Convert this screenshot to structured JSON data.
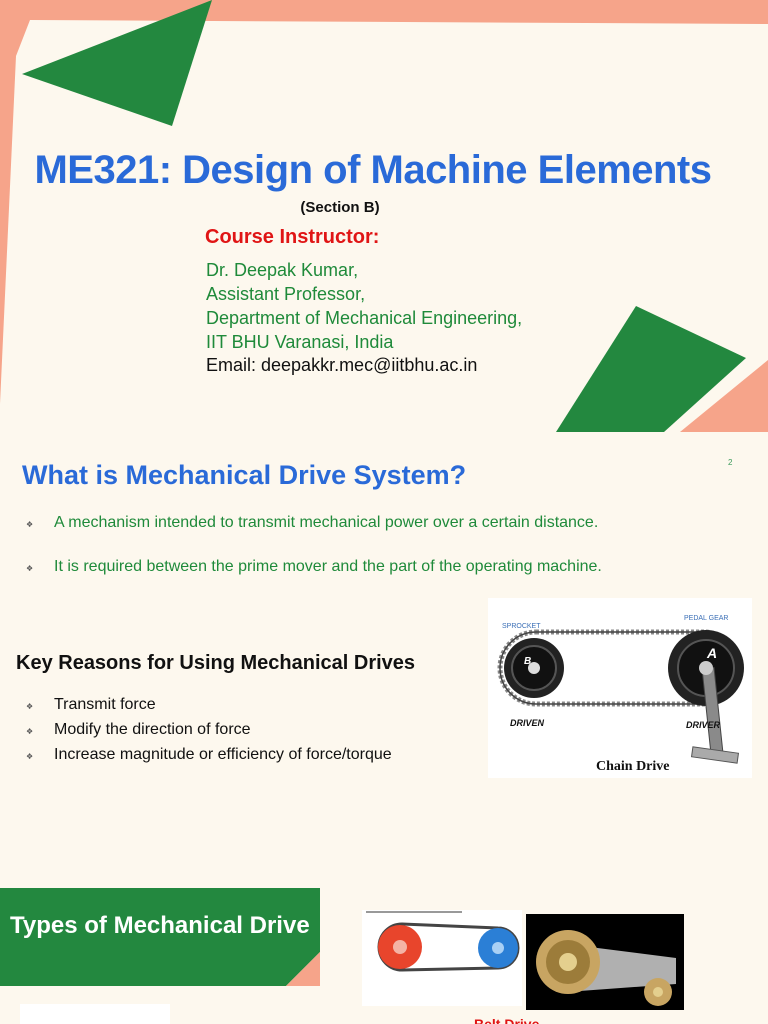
{
  "slide1": {
    "title": "ME321: Design of Machine Elements",
    "section": "(Section B)",
    "instructor_label": "Course Instructor:",
    "instructor_lines": [
      "Dr. Deepak Kumar,",
      "Assistant Professor,",
      "Department of Mechanical Engineering,",
      "IIT BHU Varanasi, India"
    ],
    "email": "Email: deepakkr.mec@iitbhu.ac.in"
  },
  "slide2": {
    "page_number": "2",
    "title": "What is Mechanical Drive System?",
    "bullets": [
      "A mechanism intended to transmit mechanical power over a certain distance.",
      "It is required between the prime mover and the part of the operating machine."
    ],
    "key_reasons_heading": "Key Reasons for Using Mechanical Drives",
    "key_reasons": [
      "Transmit force",
      "Modify the direction of force",
      "Increase magnitude or efficiency of force/torque"
    ],
    "chain_image": {
      "sprocket_label": "SPROCKET",
      "pedal_gear_label": "PEDAL GEAR",
      "driven_label": "DRIVEN",
      "driver_label": "DRIVER",
      "gear_a": "A",
      "gear_b": "B",
      "caption": "Chain Drive"
    }
  },
  "slide3": {
    "title": "Types of Mechanical Drive",
    "belt_caption": "Belt Drive"
  },
  "colors": {
    "title_blue": "#2a6ad8",
    "accent_green": "#23883f",
    "accent_salmon": "#f6a48a",
    "instructor_red": "#e01515",
    "text_green": "#1f8a3a",
    "background": "#fdf8ee"
  }
}
